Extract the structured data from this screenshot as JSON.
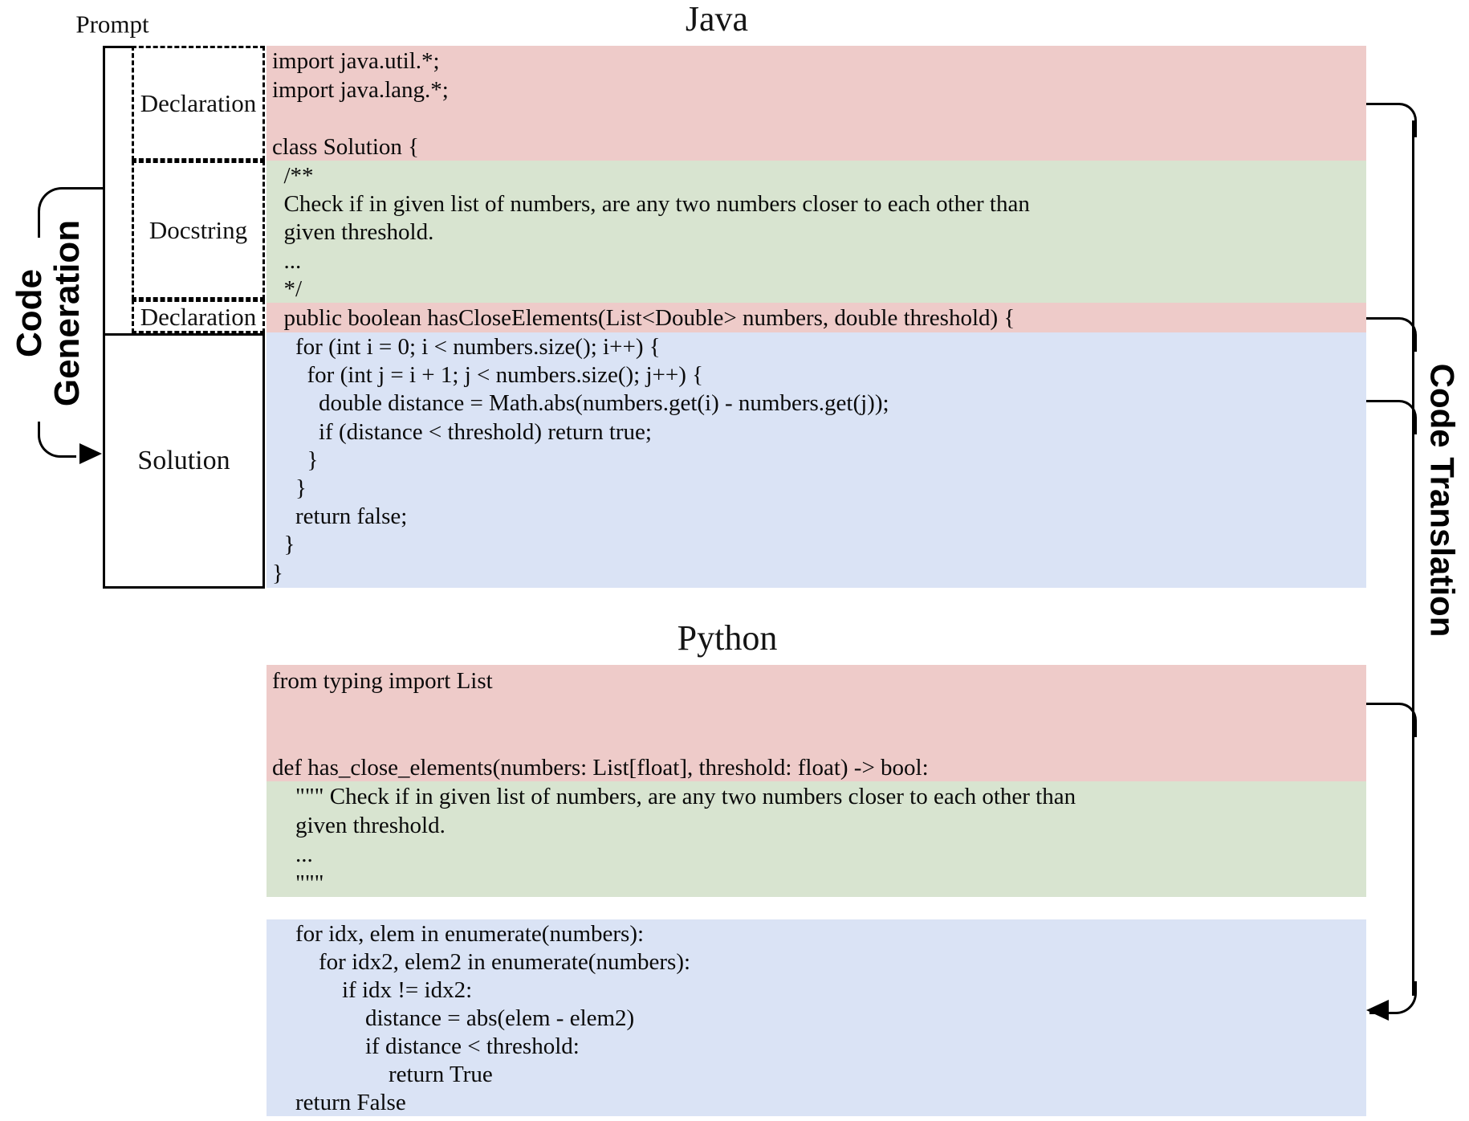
{
  "titles": {
    "java": "Java",
    "python": "Python"
  },
  "left_panel": {
    "prompt_label": "Prompt",
    "boxes": [
      {
        "label": "Declaration"
      },
      {
        "label": "Docstring"
      },
      {
        "label": "Declaration"
      },
      {
        "label": "Solution"
      }
    ]
  },
  "side_labels": {
    "generation_lines": [
      "Code",
      "Generation"
    ],
    "translation": "Code Translation"
  },
  "colors": {
    "declaration_bg": "#eecbc9",
    "docstring_bg": "#d8e4d0",
    "solution_bg": "#dae3f5",
    "line_color": "#000000"
  },
  "java": {
    "declaration1": [
      "import java.util.*;",
      "import java.lang.*;",
      "",
      "class Solution {"
    ],
    "docstring": [
      "  /**",
      "  Check if in given list of numbers, are any two numbers closer to each other than",
      "  given threshold.",
      "  ...",
      "  */"
    ],
    "declaration2": [
      "  public boolean hasCloseElements(List<Double> numbers, double threshold) {"
    ],
    "solution": [
      "    for (int i = 0; i < numbers.size(); i++) {",
      "      for (int j = i + 1; j < numbers.size(); j++) {",
      "        double distance = Math.abs(numbers.get(i) - numbers.get(j));",
      "        if (distance < threshold) return true;",
      "      }",
      "    }",
      "    return false;",
      "  }",
      "}"
    ]
  },
  "python": {
    "declaration": [
      "from typing import List",
      "",
      "",
      "def has_close_elements(numbers: List[float], threshold: float) -> bool:"
    ],
    "docstring": [
      "    \"\"\" Check if in given list of numbers, are any two numbers closer to each other than",
      "    given threshold.",
      "    ...",
      "    \"\"\""
    ],
    "solution": [
      "    for idx, elem in enumerate(numbers):",
      "        for idx2, elem2 in enumerate(numbers):",
      "            if idx != idx2:",
      "                distance = abs(elem - elem2)",
      "                if distance < threshold:",
      "                    return True",
      "    return False"
    ]
  }
}
